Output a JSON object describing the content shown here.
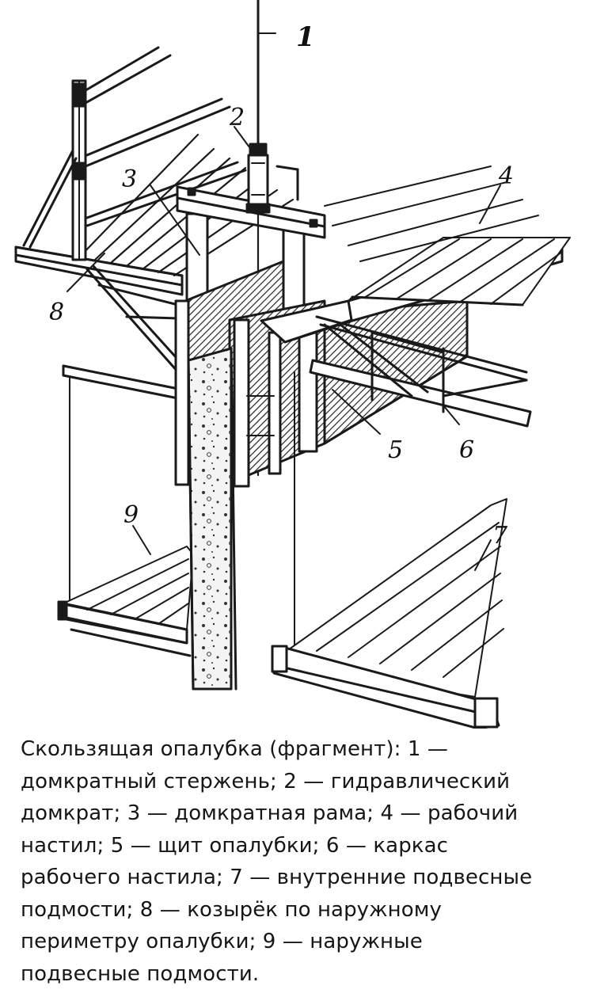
{
  "diagram": {
    "callouts": [
      {
        "id": "1",
        "text": "1"
      },
      {
        "id": "2",
        "text": "2"
      },
      {
        "id": "3",
        "text": "3"
      },
      {
        "id": "4",
        "text": "4"
      },
      {
        "id": "5",
        "text": "5"
      },
      {
        "id": "6",
        "text": "6"
      },
      {
        "id": "7",
        "text": "7"
      },
      {
        "id": "8",
        "text": "8"
      },
      {
        "id": "9",
        "text": "9"
      }
    ],
    "caption": "Скользящая опалубка (фрагмент): 1 —\nдомкратный стержень; 2 — гидравлический\nдомкрат; 3 — домкратная рама; 4 — рабочий\nнастил; 5 — щит опалубки; 6 — каркас\nрабочего настила; 7 — внутренние подвесные\nподмости; 8 — козырёк по наружному\nпериметру опалубки; 9 — наружные\nподвесные подмости."
  }
}
